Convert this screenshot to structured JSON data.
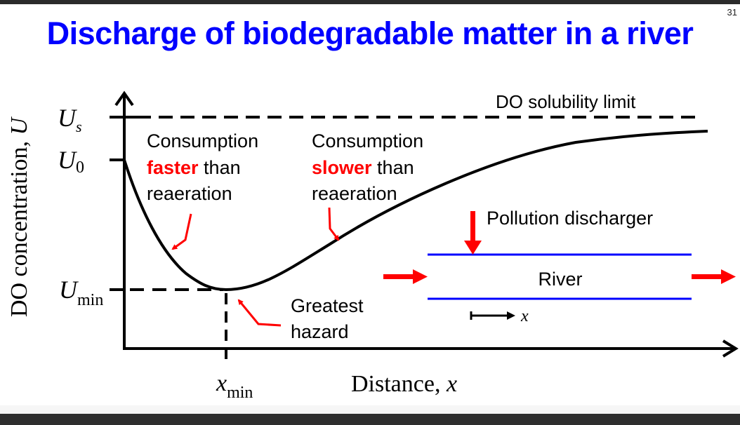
{
  "slide": {
    "number": "31",
    "title": "Discharge of biodegradable matter in a river"
  },
  "colors": {
    "title": "#0000ff",
    "emphasis": "#ff0000",
    "river_banks": "#0000ff",
    "axis": "#000000"
  },
  "axes": {
    "y_label": "DO concentration, U",
    "y_label_main": "DO concentration, ",
    "y_label_var": "U",
    "x_label_main": "Distance, ",
    "x_label_var": "x",
    "y_ticks": [
      {
        "symbol": "U",
        "sub": "s",
        "name": "Us"
      },
      {
        "symbol": "U",
        "sub": "0",
        "name": "U0"
      },
      {
        "symbol": "U",
        "sub": "min",
        "name": "Umin"
      }
    ],
    "x_ticks": [
      {
        "symbol": "x",
        "sub": "min",
        "name": "xmin"
      }
    ]
  },
  "annotations": {
    "solubility_limit": "DO solubility limit",
    "faster": {
      "line1": "Consumption",
      "emph": "faster",
      "rest": " than",
      "line3": "reaeration"
    },
    "slower": {
      "line1": "Consumption",
      "emph": "slower",
      "rest": " than",
      "line3": "reaeration"
    },
    "hazard": {
      "line1": "Greatest",
      "line2": "hazard"
    }
  },
  "inset": {
    "discharger_label": "Pollution discharger",
    "river_label": "River",
    "direction_var": "x"
  },
  "chart_data": {
    "type": "line",
    "title": "Discharge of biodegradable matter in a river",
    "xlabel": "Distance, x",
    "ylabel": "DO concentration, U",
    "description": "Oxygen sag curve: DO starts at U0, falls to Umin at xmin, then recovers asymptotically toward Us (DO solubility limit).",
    "reference_lines": [
      {
        "name": "Us",
        "label": "DO solubility limit",
        "style": "dashed",
        "relative_level": 1.0
      },
      {
        "name": "Umin",
        "style": "dashed",
        "relative_level": 0.0
      }
    ],
    "key_points": [
      {
        "label": "U0 at x=0",
        "x_rel": 0.0,
        "y_rel": 0.76
      },
      {
        "label": "Umin at xmin (Greatest hazard)",
        "x_rel": 0.17,
        "y_rel": 0.0
      },
      {
        "label": "recovery end",
        "x_rel": 1.0,
        "y_rel": 0.92
      }
    ],
    "regions": [
      {
        "range": "x < xmin",
        "text": "Consumption faster than reaeration"
      },
      {
        "range": "x > xmin",
        "text": "Consumption slower than reaeration"
      }
    ],
    "grid": false,
    "legend": null
  }
}
